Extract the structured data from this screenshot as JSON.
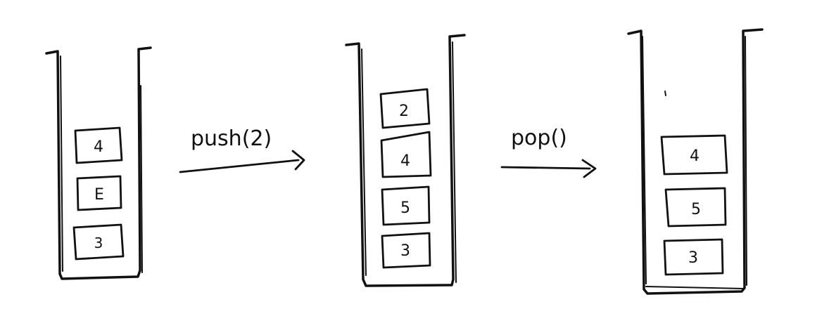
{
  "stacks": [
    {
      "items": [
        "4",
        "E",
        "3"
      ]
    },
    {
      "items": [
        "2",
        "4",
        "5",
        "3"
      ]
    },
    {
      "items": [
        "4",
        "5",
        "3"
      ]
    }
  ],
  "operations": [
    {
      "label": "push(2)"
    },
    {
      "label": "pop()"
    }
  ],
  "colors": {
    "ink": "#111111",
    "background": "#ffffff"
  }
}
